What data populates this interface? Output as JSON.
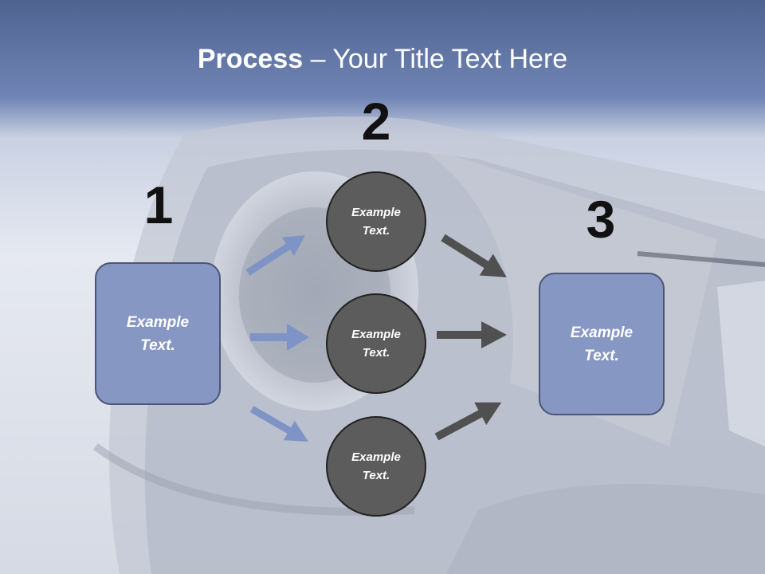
{
  "title": {
    "bold": "Process",
    "rest": " – Your Title Text Here"
  },
  "steps": [
    {
      "number": "1",
      "text": "Example\nText."
    },
    {
      "number": "2",
      "texts": [
        "Example\nText.",
        "Example\nText.",
        "Example\nText."
      ]
    },
    {
      "number": "3",
      "text": "Example\nText."
    }
  ],
  "colors": {
    "banner": "#6a7fae",
    "box_fill": "#8797c3",
    "circle_fill": "#5c5c5c",
    "arrow_in": "#7f94c6",
    "arrow_out": "#505050"
  }
}
